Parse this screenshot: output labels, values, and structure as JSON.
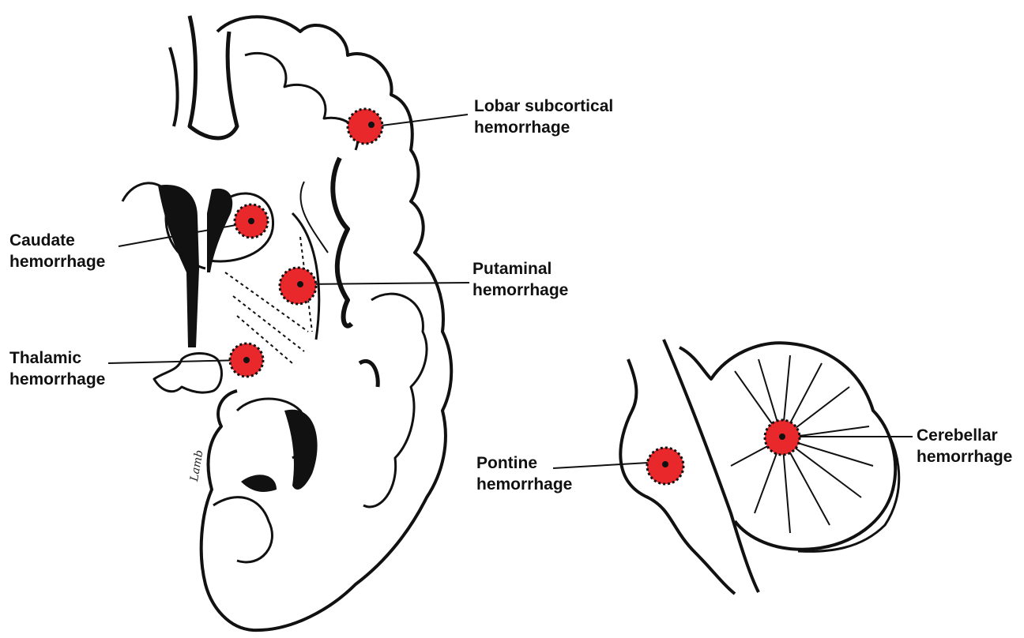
{
  "labels": {
    "lobar": {
      "line1": "Lobar subcortical",
      "line2": "hemorrhage"
    },
    "caudate": {
      "line1": "Caudate",
      "line2": "hemorrhage"
    },
    "putaminal": {
      "line1": "Putaminal",
      "line2": "hemorrhage"
    },
    "thalamic": {
      "line1": "Thalamic",
      "line2": "hemorrhage"
    },
    "pontine": {
      "line1": "Pontine",
      "line2": "hemorrhage"
    },
    "cerebellar": {
      "line1": "Cerebellar",
      "line2": "hemorrhage"
    }
  },
  "colors": {
    "hemorrhage": "#e8282b",
    "outline": "#111111"
  }
}
